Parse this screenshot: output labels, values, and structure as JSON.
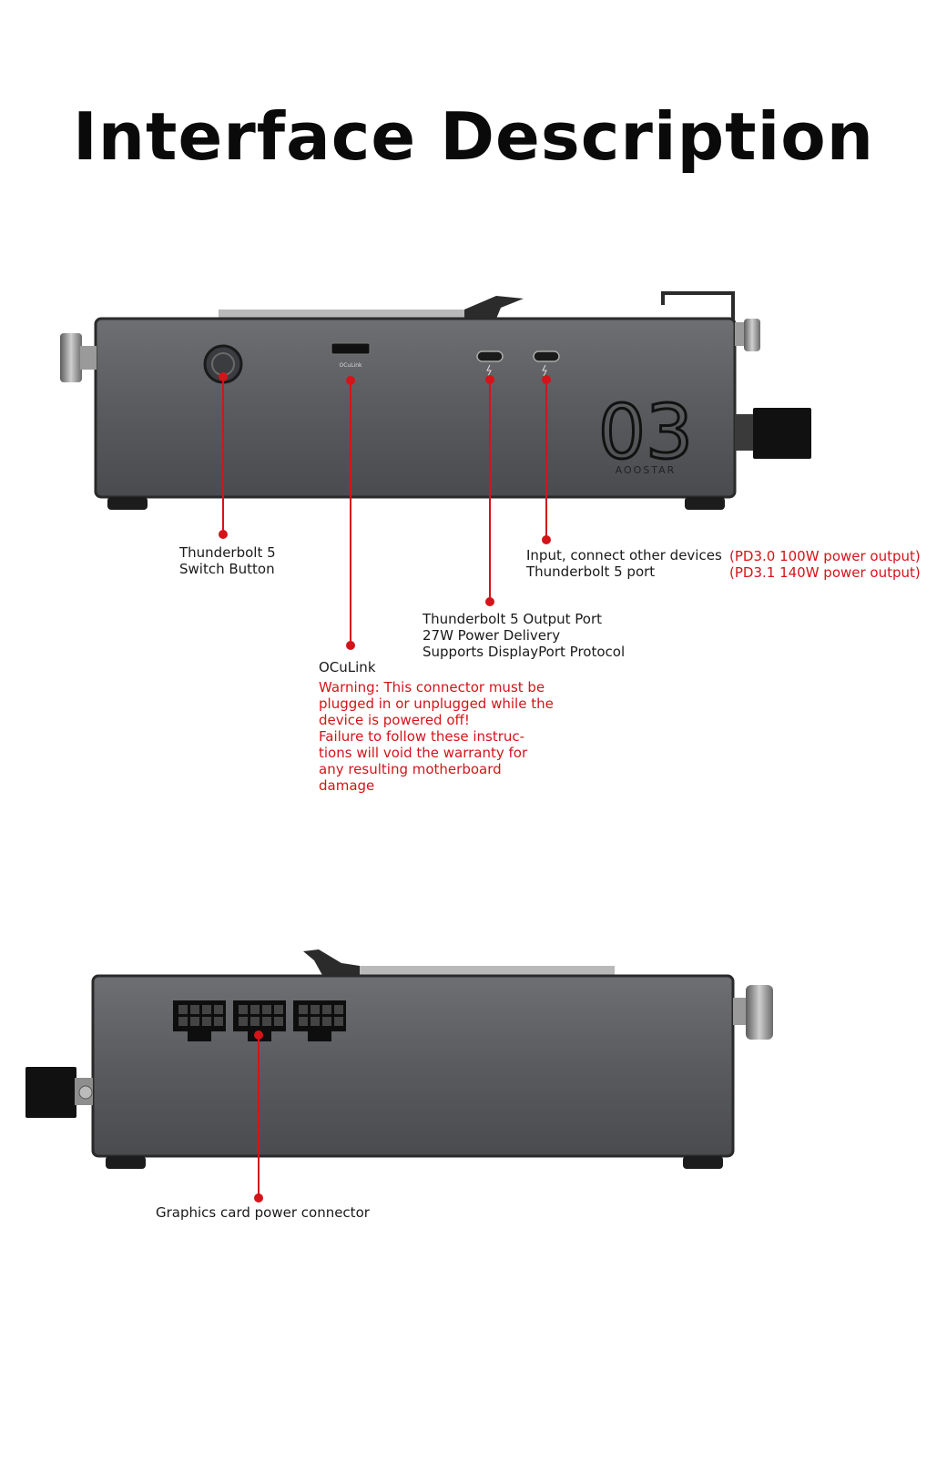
{
  "title": "Interface Description",
  "device_top": {
    "oculink_port_label": "OCuLink",
    "brand_number": "03",
    "brand_name": "AOOSTAR"
  },
  "callouts": {
    "switch_button": [
      "Thunderbolt 5",
      "Switch Button"
    ],
    "input_port": [
      "Input, connect other devices",
      "Thunderbolt 5 port"
    ],
    "input_power": [
      "(PD3.0 100W power output)",
      "(PD3.1 140W power output)"
    ],
    "output_port": [
      "Thunderbolt 5 Output Port",
      "27W Power Delivery",
      "Supports DisplayPort Protocol"
    ],
    "oculink": {
      "title": "OCuLink",
      "warning": [
        "Warning: This connector must be",
        "plugged in or unplugged while the",
        "device is powered off!",
        "Failure to follow these instruc-",
        "tions will void the warranty for",
        "any resulting motherboard",
        "damage"
      ]
    },
    "gpu_power": "Graphics card power connector"
  },
  "colors": {
    "accent_red": "#d4141a",
    "device_body": "#58595b",
    "device_edge": "#2a2a2a"
  }
}
